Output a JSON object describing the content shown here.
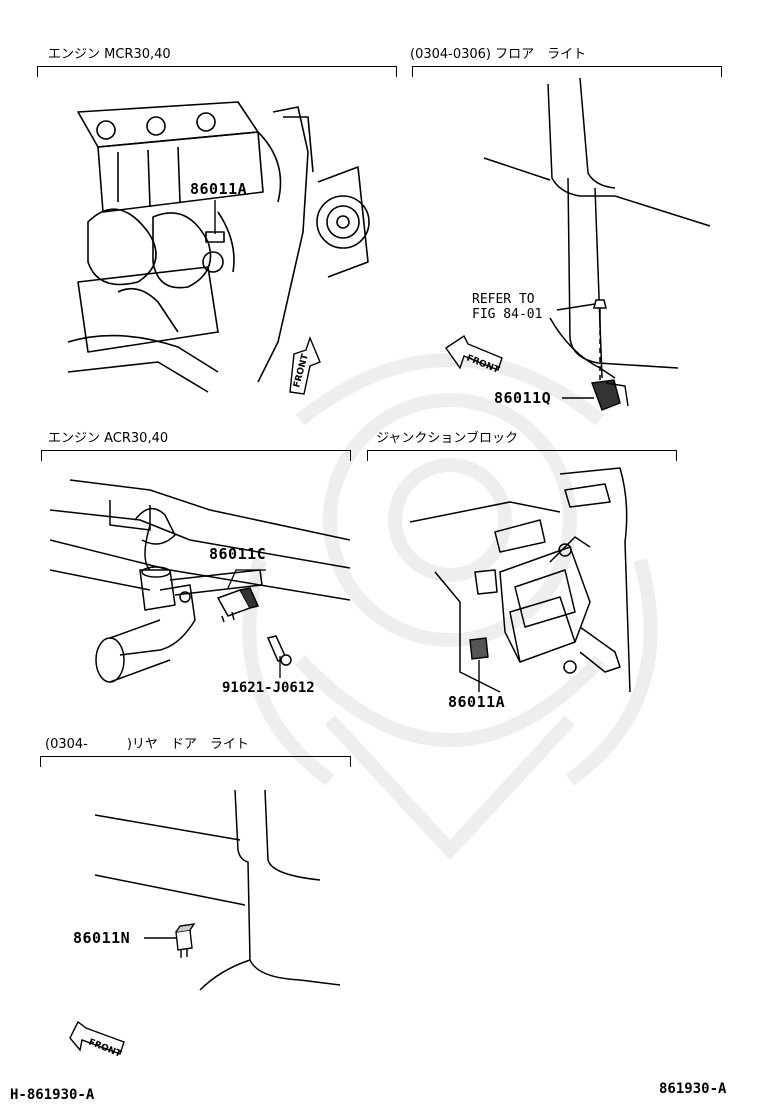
{
  "sections": [
    {
      "id": "engine-mcr",
      "title": "エンジン MCR30,40",
      "parts": [
        "86011A"
      ]
    },
    {
      "id": "floor-light",
      "title": "(0304-0306) フロア　ライト",
      "parts": [
        "86011Q"
      ],
      "refer": [
        "REFER TO",
        "FIG 84-01"
      ]
    },
    {
      "id": "engine-acr",
      "title": "エンジン ACR30,40",
      "parts": [
        "86011C",
        "91621-J0612"
      ]
    },
    {
      "id": "junction-block",
      "title": "ジャンクションブロック",
      "parts": [
        "86011A"
      ]
    },
    {
      "id": "rear-door-light",
      "title": "(0304-　　　)リヤ　ドア　ライト",
      "parts": [
        "86011N"
      ]
    }
  ],
  "front_label": "FRONT",
  "footer": {
    "left": "H-861930-A",
    "right": "861930-A"
  },
  "colors": {
    "ink": "#000000",
    "watermark": "#eeeeee"
  }
}
